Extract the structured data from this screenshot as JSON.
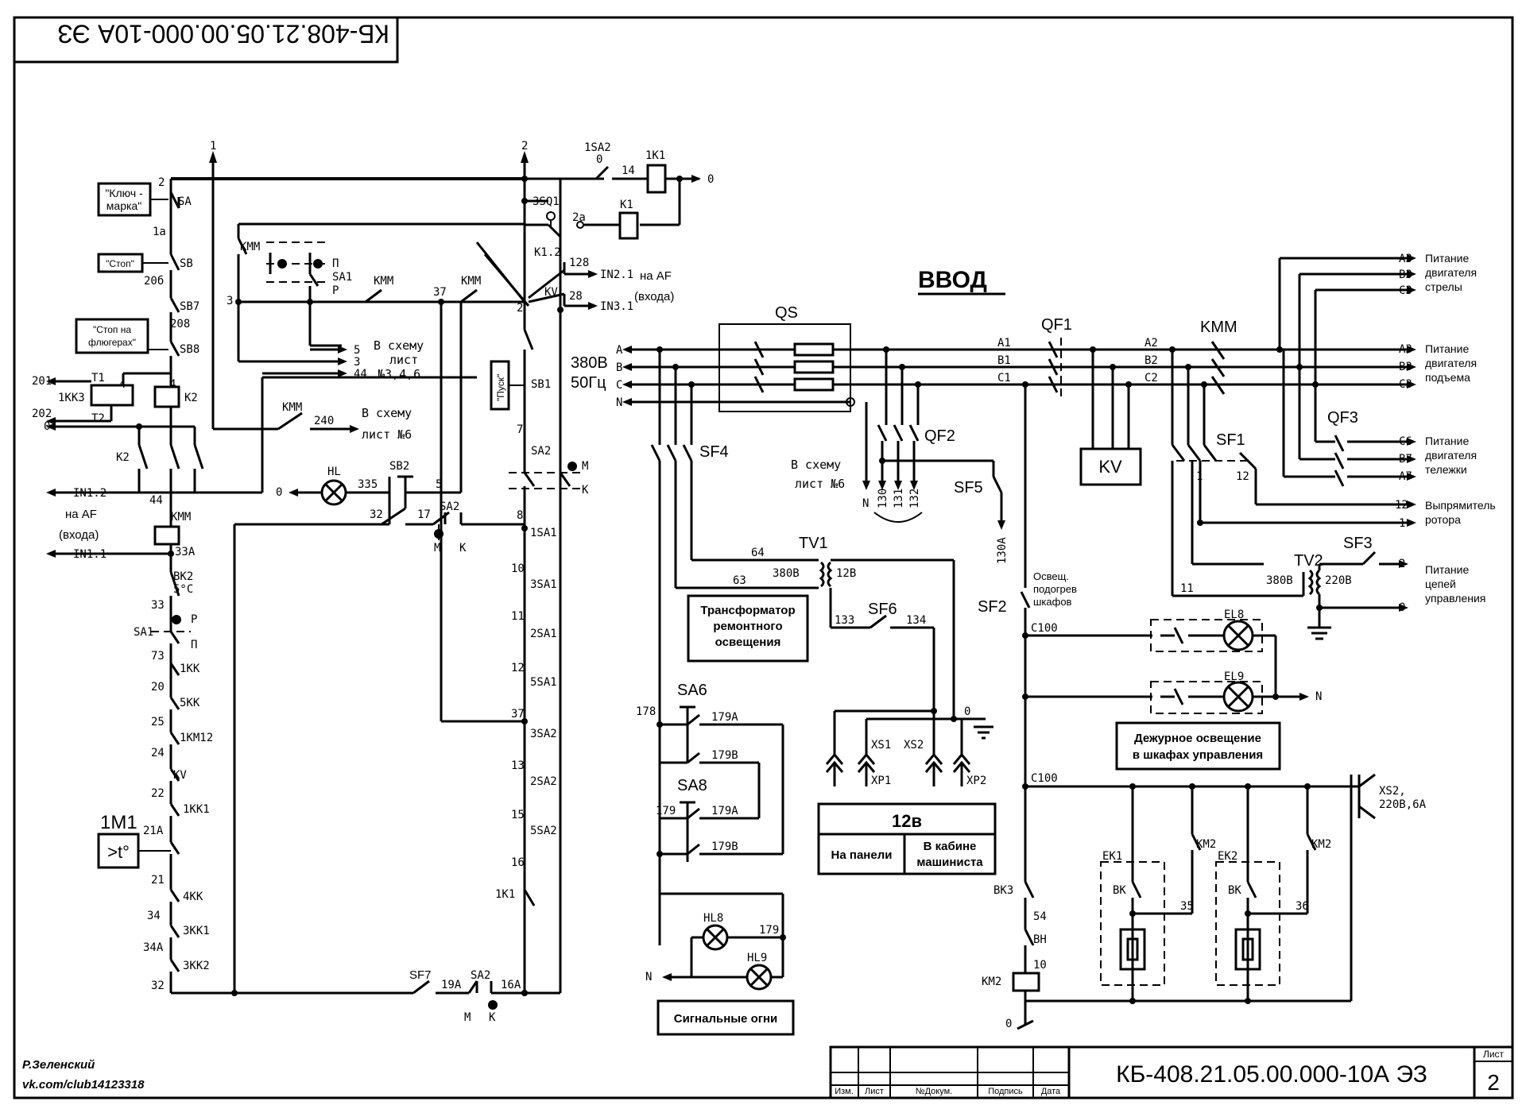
{
  "sheet": {
    "stamp_top": "КБ-408.21.05.00.000-10А ЭЗ",
    "doc_code": "КБ-408.21.05.00.000-10А ЭЗ",
    "sheet_label": "Лист",
    "sheet_number": "2",
    "author": "Р.Зеленский",
    "author_link": "vk.com/club14123318",
    "title_cols": [
      "Изм.",
      "Лист",
      "№Докум.",
      "Подпись",
      "Дата"
    ]
  },
  "input": {
    "title": "ВВОД",
    "voltage": "380В",
    "freq": "50Гц",
    "phases": [
      "A",
      "B",
      "C",
      "N"
    ],
    "main_switch": "QS",
    "breakers": {
      "qf1": "QF1",
      "qf2": "QF2",
      "qf3": "QF3",
      "kmm": "KMM"
    },
    "kv": "KV",
    "wires_in": [
      "A1",
      "B1",
      "C1"
    ],
    "wires_out": [
      "A2",
      "B2",
      "C2"
    ]
  },
  "outputs": [
    {
      "wires": [
        "A3",
        "B3",
        "C3"
      ],
      "label": [
        "Питание",
        "двигателя",
        "стрелы"
      ]
    },
    {
      "wires": [
        "A3",
        "B3",
        "C3"
      ],
      "label": [
        "Питание",
        "двигателя",
        "подъема"
      ]
    },
    {
      "wires": [
        "C6",
        "B7",
        "A7"
      ],
      "label": [
        "Питание",
        "двигателя",
        "тележки"
      ]
    },
    {
      "wires": [
        "12",
        "1"
      ],
      "label": [
        "Выпрямитель",
        "ротора"
      ]
    },
    {
      "wires": [
        "2",
        "0"
      ],
      "label": [
        "Питание",
        "цепей",
        "управления"
      ]
    }
  ],
  "left_chain": {
    "key_box": [
      "\"Ключ -",
      "марка\""
    ],
    "stop_box": "\"Стоп\"",
    "vane_box": [
      "\"Стоп на",
      "флюгерах\""
    ],
    "start_box": "\"Пуск\"",
    "to_af_1": [
      "на AF",
      "(входа)"
    ],
    "to_af_2": [
      "на AF",
      "(входа)"
    ],
    "to_scheme_1": [
      "В схему",
      "лист",
      "№3,4,6"
    ],
    "to_scheme_2": [
      "В схему",
      "лист №6"
    ],
    "to_scheme_3": [
      "В схему",
      "лист №6"
    ],
    "motor": "1M1",
    "thermo": ">t°"
  },
  "blocks": {
    "repair_transformer": [
      "Трансформатор",
      "ремонтного",
      "освещения"
    ],
    "duty_light": [
      "Дежурное освещение",
      "в шкафах управления"
    ],
    "signal_lights": "Сигнальные огни",
    "voltage_12": "12в",
    "on_panel": "На панели",
    "in_cabin": [
      "В кабине",
      "машиниста"
    ],
    "heating": [
      "Освещ.",
      "подогрев",
      "шкафов"
    ],
    "socket_xs2": [
      "XS2,",
      "220В,6А"
    ]
  },
  "labels": {
    "sa": "SA",
    "sb": "SB",
    "sb7": "SB7",
    "sb8": "SB8",
    "sb1": "SB1",
    "sb2": "SB2",
    "t1": "T1",
    "t2": "T2",
    "k2": "K2",
    "kkk3": "1KK3",
    "hl": "HL",
    "bk2": "BK2",
    "bk2_temp": "5°С",
    "sa1": "SA1",
    "sa2": "SA2",
    "sf7": "SF7",
    "sf4": "SF4",
    "sf5": "SF5",
    "sf2": "SF2",
    "sf6": "SF6",
    "sf1": "SF1",
    "sf3": "SF3",
    "tv1": "TV1",
    "tv2": "TV2",
    "sa6": "SA6",
    "sa8": "SA8",
    "hl8": "HL8",
    "hl9": "HL9",
    "el8": "EL8",
    "el9": "EL9",
    "ek1": "EK1",
    "ek2": "EK2",
    "vk": "ВК",
    "vk3": "ВК3",
    "vn": "ВН",
    "km2": "КМ2",
    "xs1": "XS1",
    "xs2": "XS2",
    "xp1": "XP1",
    "xp2": "XP2",
    "sq1": "3SQ1",
    "k1": "K1",
    "kk1": "1K1",
    "ksa2": "1SA2",
    "k12": "K1.2",
    "kv": "KV",
    "in21": "IN2.1",
    "in31": "IN3.1",
    "in12": "IN1.2",
    "in11": "IN1.1",
    "kmm": "KMM",
    "n": "N",
    "p": "Р",
    "pp": "П",
    "m": "М",
    "k": "К"
  }
}
